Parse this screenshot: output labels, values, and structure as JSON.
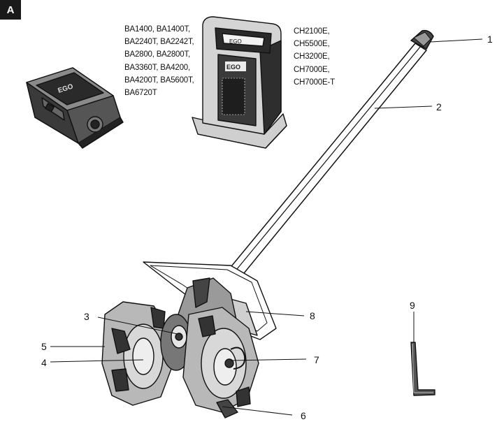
{
  "figure_tag": "A",
  "battery_models": [
    "BA1400, BA1400T,",
    "BA2240T, BA2242T,",
    "BA2800, BA2800T,",
    "BA3360T, BA4200,",
    "BA4200T, BA5600T,",
    "BA6720T"
  ],
  "charger_models": [
    "CH2100E,",
    "CH5500E,",
    "CH3200E,",
    "CH7000E,",
    "CH7000E-T"
  ],
  "callouts": [
    "1",
    "2",
    "3",
    "4",
    "5",
    "6",
    "7",
    "8",
    "9"
  ],
  "colors": {
    "ink": "#111111",
    "tag_bg": "#1a1a1a",
    "dark_fill": "#333333",
    "mid_fill": "#8a8a8a",
    "light_fill": "#d4d4d4"
  }
}
